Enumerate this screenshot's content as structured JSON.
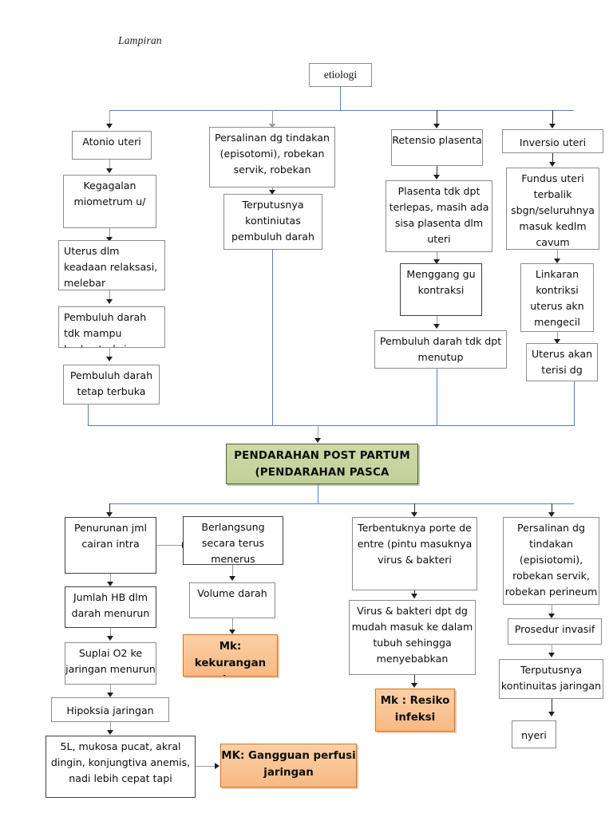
{
  "page": {
    "label": "Lampiran",
    "colors": {
      "green_fill": "#c3d69b",
      "green_border": "#4e6128",
      "orange_fill": "#fac090",
      "orange_border": "#e36c0a",
      "connector_blue": "#4f81bd",
      "connector_gray": "#9b9b9b",
      "box_border": "#8c8c8c"
    }
  },
  "root": {
    "etiologi": "etiologi"
  },
  "causes": {
    "atonio": {
      "title": "Atonio uteri",
      "steps": [
        "Kegagalan miometrum u/",
        "Uterus dlm keadaan relaksasi, melebar",
        "Pembuluh darah tdk mampu berkontraksi",
        "Pembuluh darah tetap terbuka"
      ]
    },
    "persalinan": {
      "title": "Persalinan dg tindakan (episotomi), robekan servik, robekan",
      "steps": [
        "Terputusnya kontiniutas pembuluh darah"
      ]
    },
    "retensio": {
      "title": "Retensio plasenta",
      "steps": [
        "Plasenta tdk dpt terlepas, masih ada sisa plasenta dlm uteri",
        "Menggang gu kontraksi",
        "Pembuluh darah tdk dpt menutup"
      ]
    },
    "inversio": {
      "title": "Inversio uteri",
      "steps": [
        "Fundus uteri terbalik sbgn/seluruhnya masuk kedlm cavum",
        "Linkaran kontriksi uterus akn mengecil",
        "Uterus akan terisi dg darah"
      ]
    }
  },
  "central": {
    "label": "PENDARAHAN POST PARTUM (PENDARAHAN PASCA PERSALINAN)"
  },
  "outcomes": {
    "branch1": {
      "chain": [
        "Penurunan jml cairan intra",
        "Jumlah HB dlm darah menurun",
        "Suplai O2 ke jaringan menurun",
        "Hipoksia jaringan",
        "5L, mukosa pucat, akral dingin, konjungtiva anemis, nadi lebih cepat tapi"
      ],
      "side": [
        "Berlangsung secara terus menerus",
        "Volume darah"
      ],
      "diagnosis_side": "Mk: kekurangan volume",
      "diagnosis_end": "MK: Gangguan perfusi jaringan"
    },
    "branch2": {
      "chain": [
        "Terbentuknya porte de entre (pintu masuknya virus & bakteri",
        "Virus & bakteri dpt dg mudah masuk ke dalam tubuh sehingga menyebabkan"
      ],
      "diagnosis": "Mk : Resiko infeksi"
    },
    "branch3": {
      "chain": [
        "Persalinan dg tindakan (episiotomi), robekan servik, robekan perineum",
        "Prosedur invasif",
        "Terputusnya kontinuitas jaringan",
        "nyeri"
      ]
    }
  }
}
